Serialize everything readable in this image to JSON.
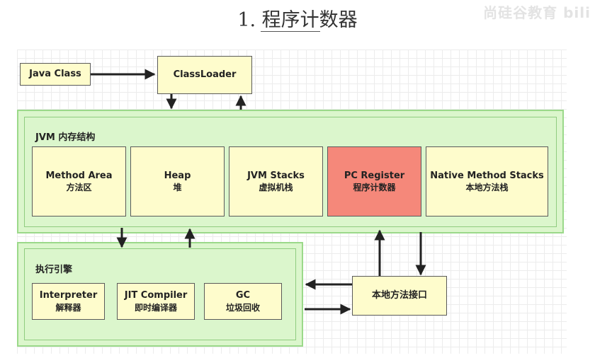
{
  "slide": {
    "title": "1. 程序计数器",
    "watermark": "尚硅谷教育 bili"
  },
  "diagram": {
    "java_class": "Java Class",
    "class_loader": "ClassLoader",
    "jvm_memory": {
      "label": "JVM 内存结构",
      "areas": [
        {
          "en": "Method Area",
          "zh": "方法区",
          "highlight": false
        },
        {
          "en": "Heap",
          "zh": "堆",
          "highlight": false
        },
        {
          "en": "JVM Stacks",
          "zh": "虚拟机栈",
          "highlight": false
        },
        {
          "en": "PC Register",
          "zh": "程序计数器",
          "highlight": true
        },
        {
          "en": "Native Method Stacks",
          "zh": "本地方法栈",
          "highlight": false
        }
      ]
    },
    "execution_engine": {
      "label": "执行引擎",
      "parts": [
        {
          "en": "Interpreter",
          "zh": "解释器"
        },
        {
          "en": "JIT Compiler",
          "zh": "即时编译器"
        },
        {
          "en": "GC",
          "zh": "垃圾回收"
        }
      ]
    },
    "native_interface": "本地方法接口",
    "colors": {
      "box_fill": "#fefccc",
      "region_fill": "#dbf6cc",
      "highlight_fill": "#f5887a"
    }
  }
}
